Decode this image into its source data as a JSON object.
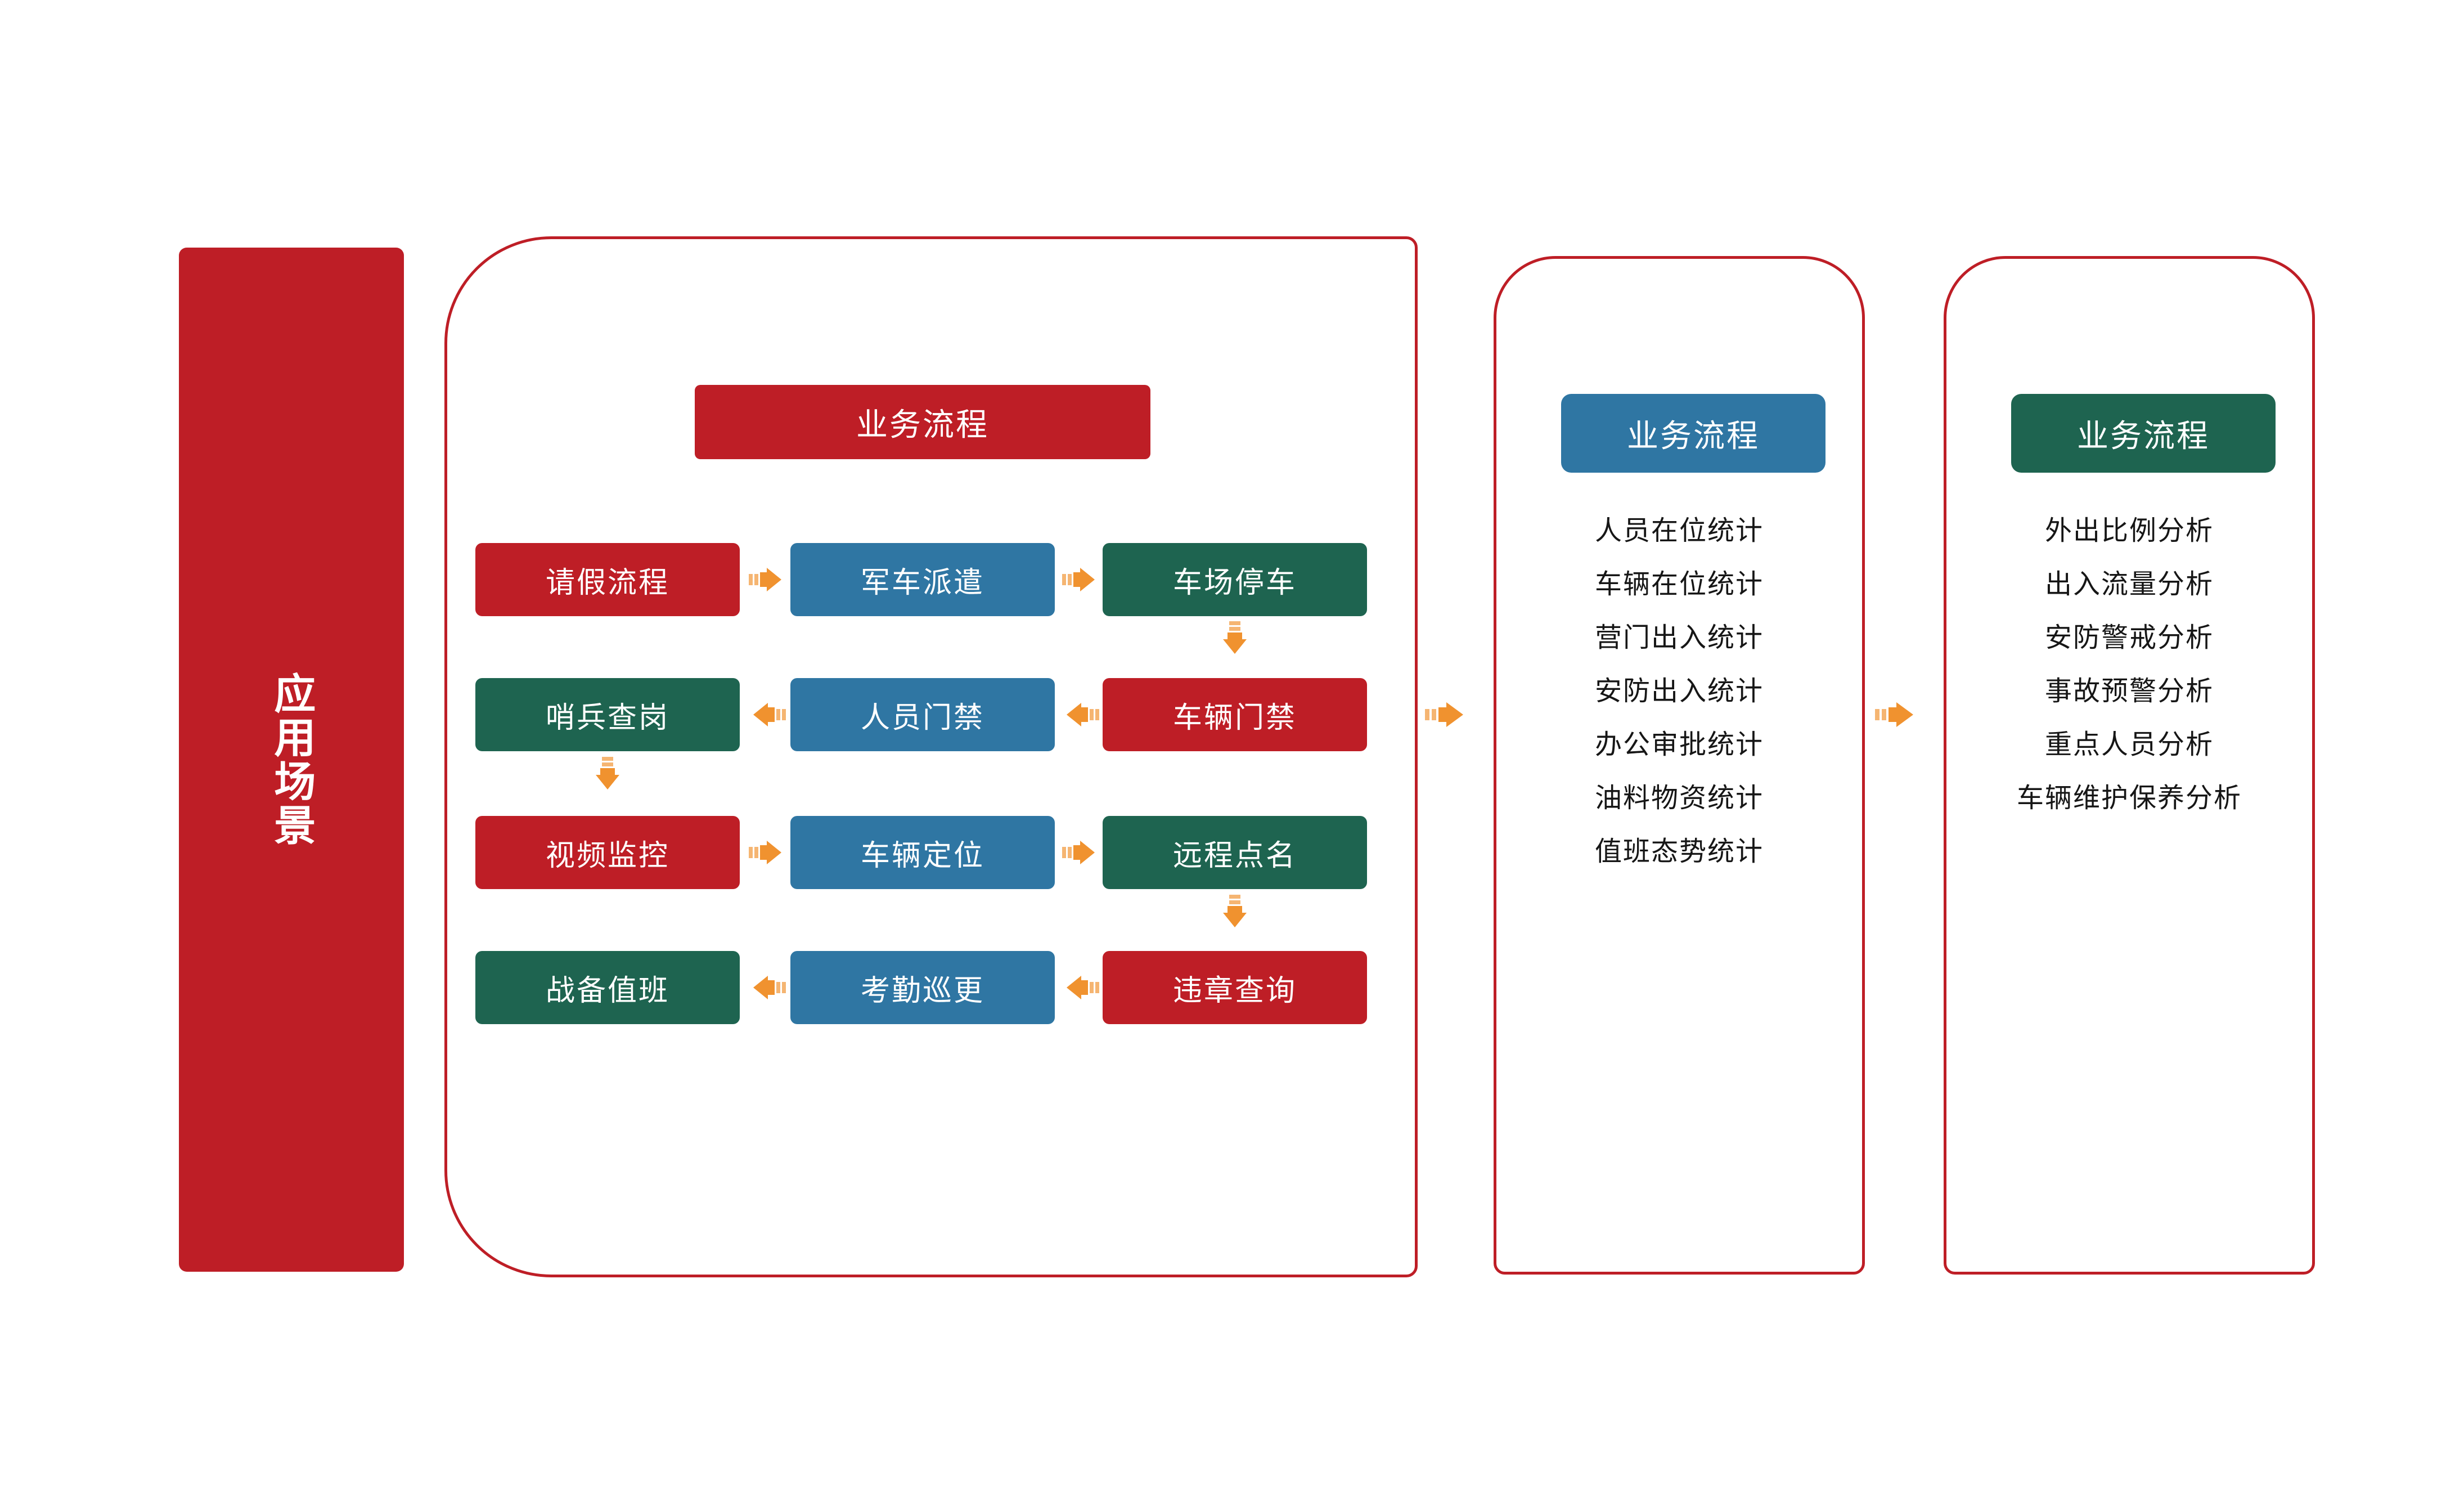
{
  "side_banner": {
    "label": "应用场景",
    "color": "#BE1E26"
  },
  "palette": {
    "red": "#BE1E26",
    "blue": "#2F76A3",
    "green": "#1E6450",
    "arrow_orange": "#F0922F",
    "panel_border": "#BE1E26",
    "text_dark": "#161616",
    "text_light": "#FFFFFF"
  },
  "flow_panel": {
    "header": "业务流程",
    "header_color": "#BE1E26",
    "rows": [
      {
        "direction": "right",
        "cells": [
          {
            "label": "请假流程",
            "color": "red"
          },
          {
            "label": "军车派遣",
            "color": "blue"
          },
          {
            "label": "车场停车",
            "color": "green"
          }
        ]
      },
      {
        "direction": "left",
        "cells": [
          {
            "label": "哨兵查岗",
            "color": "green"
          },
          {
            "label": "人员门禁",
            "color": "blue"
          },
          {
            "label": "车辆门禁",
            "color": "red"
          }
        ]
      },
      {
        "direction": "right",
        "cells": [
          {
            "label": "视频监控",
            "color": "red"
          },
          {
            "label": "车辆定位",
            "color": "blue"
          },
          {
            "label": "远程点名",
            "color": "green"
          }
        ]
      },
      {
        "direction": "left",
        "cells": [
          {
            "label": "战备值班",
            "color": "green"
          },
          {
            "label": "考勤巡更",
            "color": "blue"
          },
          {
            "label": "违章查询",
            "color": "red"
          }
        ]
      }
    ]
  },
  "stats_panel": {
    "header": "业务流程",
    "header_color": "#2F76A3",
    "items": [
      "人员在位统计",
      "车辆在位统计",
      "营门出入统计",
      "安防出入统计",
      "办公审批统计",
      "油料物资统计",
      "值班态势统计"
    ]
  },
  "analysis_panel": {
    "header": "业务流程",
    "header_color": "#1E6450",
    "items": [
      "外出比例分析",
      "出入流量分析",
      "安防警戒分析",
      "事故预警分析",
      "重点人员分析",
      "车辆维护保养分析"
    ]
  },
  "connectors": {
    "flow_to_stats": "arrow-right",
    "stats_to_analysis": "arrow-right",
    "vertical_1": "arrow-down",
    "vertical_2": "arrow-down",
    "vertical_3": "arrow-down"
  }
}
